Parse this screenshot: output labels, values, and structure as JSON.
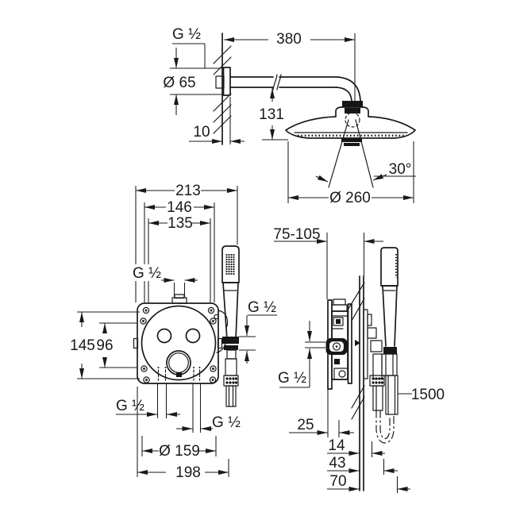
{
  "colors": {
    "line": "#1a1a1a",
    "background": "#ffffff"
  },
  "labels": {
    "arm_thread": "G ½",
    "arm_length": "380",
    "flange_diameter": "Ø 65",
    "flange_offset": "10",
    "head_drop": "131",
    "head_swivel_angle": "30°",
    "head_diameter": "Ø 260",
    "front_width_overall": "213",
    "front_width_screws": "146",
    "front_width_inner": "135",
    "front_top_thread": "G ½",
    "front_height_screws": "145",
    "front_height_inner": "96",
    "front_bottom_left_thread": "G ½",
    "front_bottom_right_thread": "G ½",
    "front_rough_in_diameter": "Ø 159",
    "front_plate_width": "198",
    "hand_shower_thread": "G ½",
    "side_depth_range": "75-105",
    "side_outlet_thread": "G ½",
    "hose_length": "1500",
    "side_offset_25": "25",
    "side_offset_14": "14",
    "side_offset_43": "43",
    "side_offset_70": "70"
  }
}
